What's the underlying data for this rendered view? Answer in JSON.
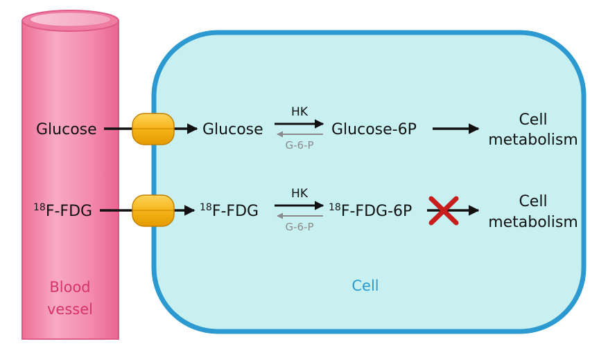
{
  "colors": {
    "vessel_outer": "#f07ea3",
    "vessel_inner": "#f9b9cf",
    "vessel_text": "#d6336a",
    "cell_border": "#2c9ad0",
    "cell_fill": "#c8f0f1",
    "cell_text": "#2c9ad0",
    "transporter": "#f5b418",
    "transporter_edge": "#c47f00",
    "arrow": "#111111",
    "reverse_arrow": "#8a8a8a",
    "block_x": "#c81e1e"
  },
  "vessel": {
    "label_line1": "Blood",
    "label_line2": "vessel"
  },
  "cell": {
    "label": "Cell"
  },
  "row_glucose": {
    "outside": "Glucose",
    "inside": "Glucose",
    "enzyme_forward": "HK",
    "enzyme_reverse": "G-6-P",
    "product": "Glucose-6P",
    "fate_line1": "Cell",
    "fate_line2": "metabolism"
  },
  "row_fdg": {
    "outside_sup": "18",
    "outside": "F-FDG",
    "inside_sup": "18",
    "inside": "F-FDG",
    "enzyme_forward": "HK",
    "enzyme_reverse": "G-6-P",
    "product_sup": "18",
    "product": "F-FDG-6P",
    "fate_line1": "Cell",
    "fate_line2": "metabolism",
    "blocked_icon": "red-x-icon"
  }
}
